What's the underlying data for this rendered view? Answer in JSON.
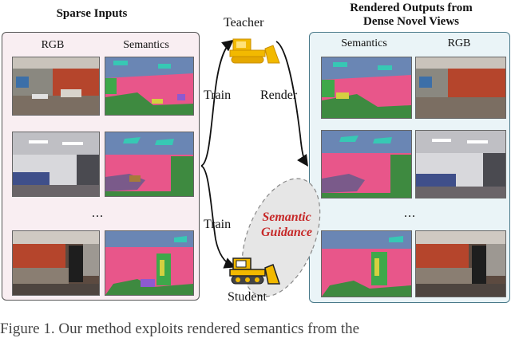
{
  "headings": {
    "sparse_inputs": "Sparse Inputs",
    "rendered_outputs_line1": "Rendered Outputs from",
    "rendered_outputs_line2": "Dense Novel Views"
  },
  "left_panel": {
    "col_rgb": "RGB",
    "col_semantics": "Semantics",
    "ellipsis": "..."
  },
  "right_panel": {
    "col_semantics": "Semantics",
    "col_rgb": "RGB",
    "ellipsis": "..."
  },
  "middle": {
    "teacher_label": "Teacher",
    "student_label": "Student",
    "train_top": "Train",
    "render": "Render",
    "train_bottom": "Train",
    "guidance_line1": "Semantic",
    "guidance_line2": "Guidance"
  },
  "caption": "Figure 1.   Our method exploits rendered semantics from the",
  "colors": {
    "guidance_text": "#c62828",
    "bulldozer": "#f2b900",
    "right_panel_bg": "#eaf4f7",
    "left_panel_bg": "#f9eef2"
  }
}
